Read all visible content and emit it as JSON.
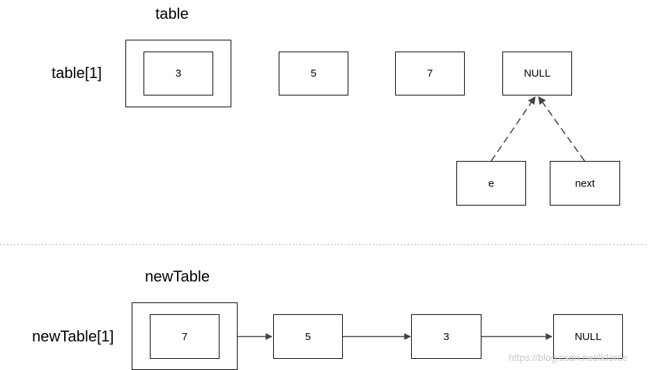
{
  "top": {
    "title": "table",
    "row_label": "table[1]",
    "nodes": [
      "3",
      "5",
      "7",
      "NULL"
    ],
    "pointers": [
      "e",
      "next"
    ]
  },
  "bottom": {
    "title": "newTable",
    "row_label": "newTable[1]",
    "nodes": [
      "7",
      "5",
      "3",
      "NULL"
    ]
  },
  "watermark": "https://blog.csdn.net/lkforce",
  "colors": {
    "line": "#444444",
    "divider": "#a6a6a6",
    "box_border": "#000000"
  }
}
